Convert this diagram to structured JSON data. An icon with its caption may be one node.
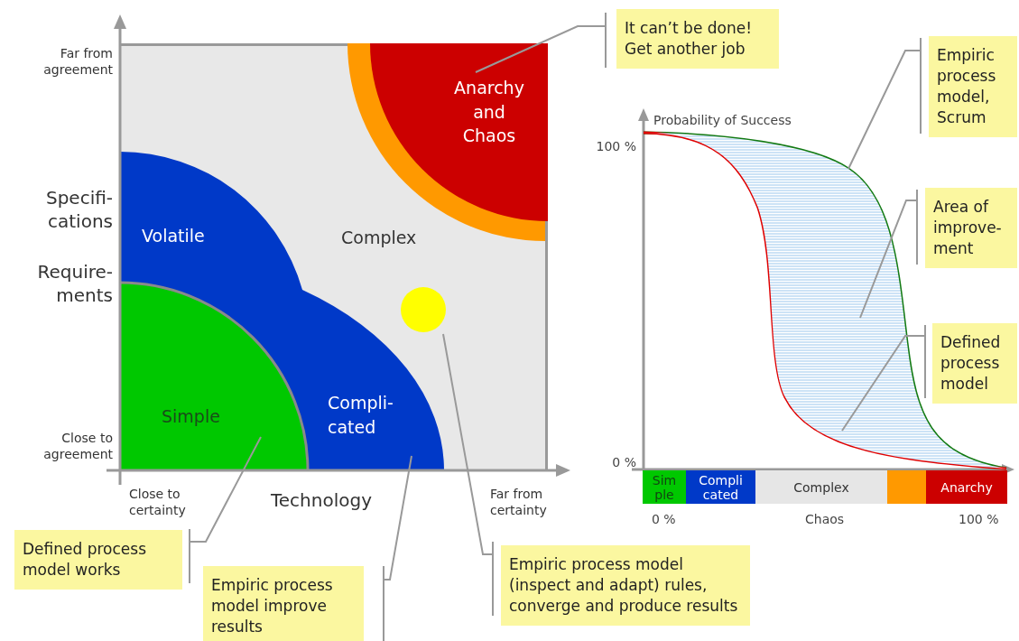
{
  "diagram": {
    "nodes": [
      {
        "text": [
          "Complex"
        ]
      },
      {
        "text": [
          "Anarchy and Chaos"
        ],
        "in": 0
      },
      {
        "text": [
          "Volatile",
          "Compli- cated"
        ],
        "in": 0
      },
      {
        "text": [
          "Simple"
        ],
        "in": 2
      },
      {
        "text": [],
        "shape": "circle",
        "in": 0
      },
      {
        "text": [
          "It can’t be done! Get another job"
        ]
      },
      {
        "text": [
          "Empiric process model, Scrum"
        ]
      },
      {
        "text": [
          "Area of improve- ment"
        ]
      },
      {
        "text": [
          "Defined process model"
        ]
      },
      {
        "text": [
          "Defined process model works"
        ]
      },
      {
        "text": [
          "Empiric process model improve results"
        ]
      },
      {
        "text": [
          "Empiric process model (inspect and adapt) rules, converge and produce results"
        ]
      },
      {
        "text": [],
        "shape": "curve"
      },
      {
        "text": [],
        "shape": "area"
      },
      {
        "text": [],
        "shape": "curve"
      },
      {
        "text": [
          "Sim ple"
        ]
      },
      {
        "text": [
          "Compli cated"
        ]
      },
      {
        "text": [
          "Complex"
        ]
      },
      {
        "text": [],
        "shape": "bar"
      },
      {
        "text": [
          "Anarchy"
        ]
      }
    ],
    "edges": [
      {
        "from": 5,
        "to": 1,
        "arrow": "none"
      },
      {
        "from": 6,
        "to": 12,
        "arrow": "none"
      },
      {
        "from": 7,
        "to": 13,
        "arrow": "none"
      },
      {
        "from": 8,
        "to": 14,
        "arrow": "none"
      },
      {
        "from": 9,
        "to": 3,
        "arrow": "none"
      },
      {
        "from": 10,
        "to": 2,
        "arrow": "none"
      },
      {
        "from": 11,
        "to": 0,
        "arrow": "none"
      }
    ],
    "labels": [
      "Far from agreement",
      "Specifi- cations",
      "Require- ments",
      "Close to agreement",
      "Close to certainty",
      "Technology",
      "Far from certainty",
      "Probability of Success",
      "100 %",
      "0 %",
      "0 %",
      "Chaos",
      "100 %"
    ]
  }
}
